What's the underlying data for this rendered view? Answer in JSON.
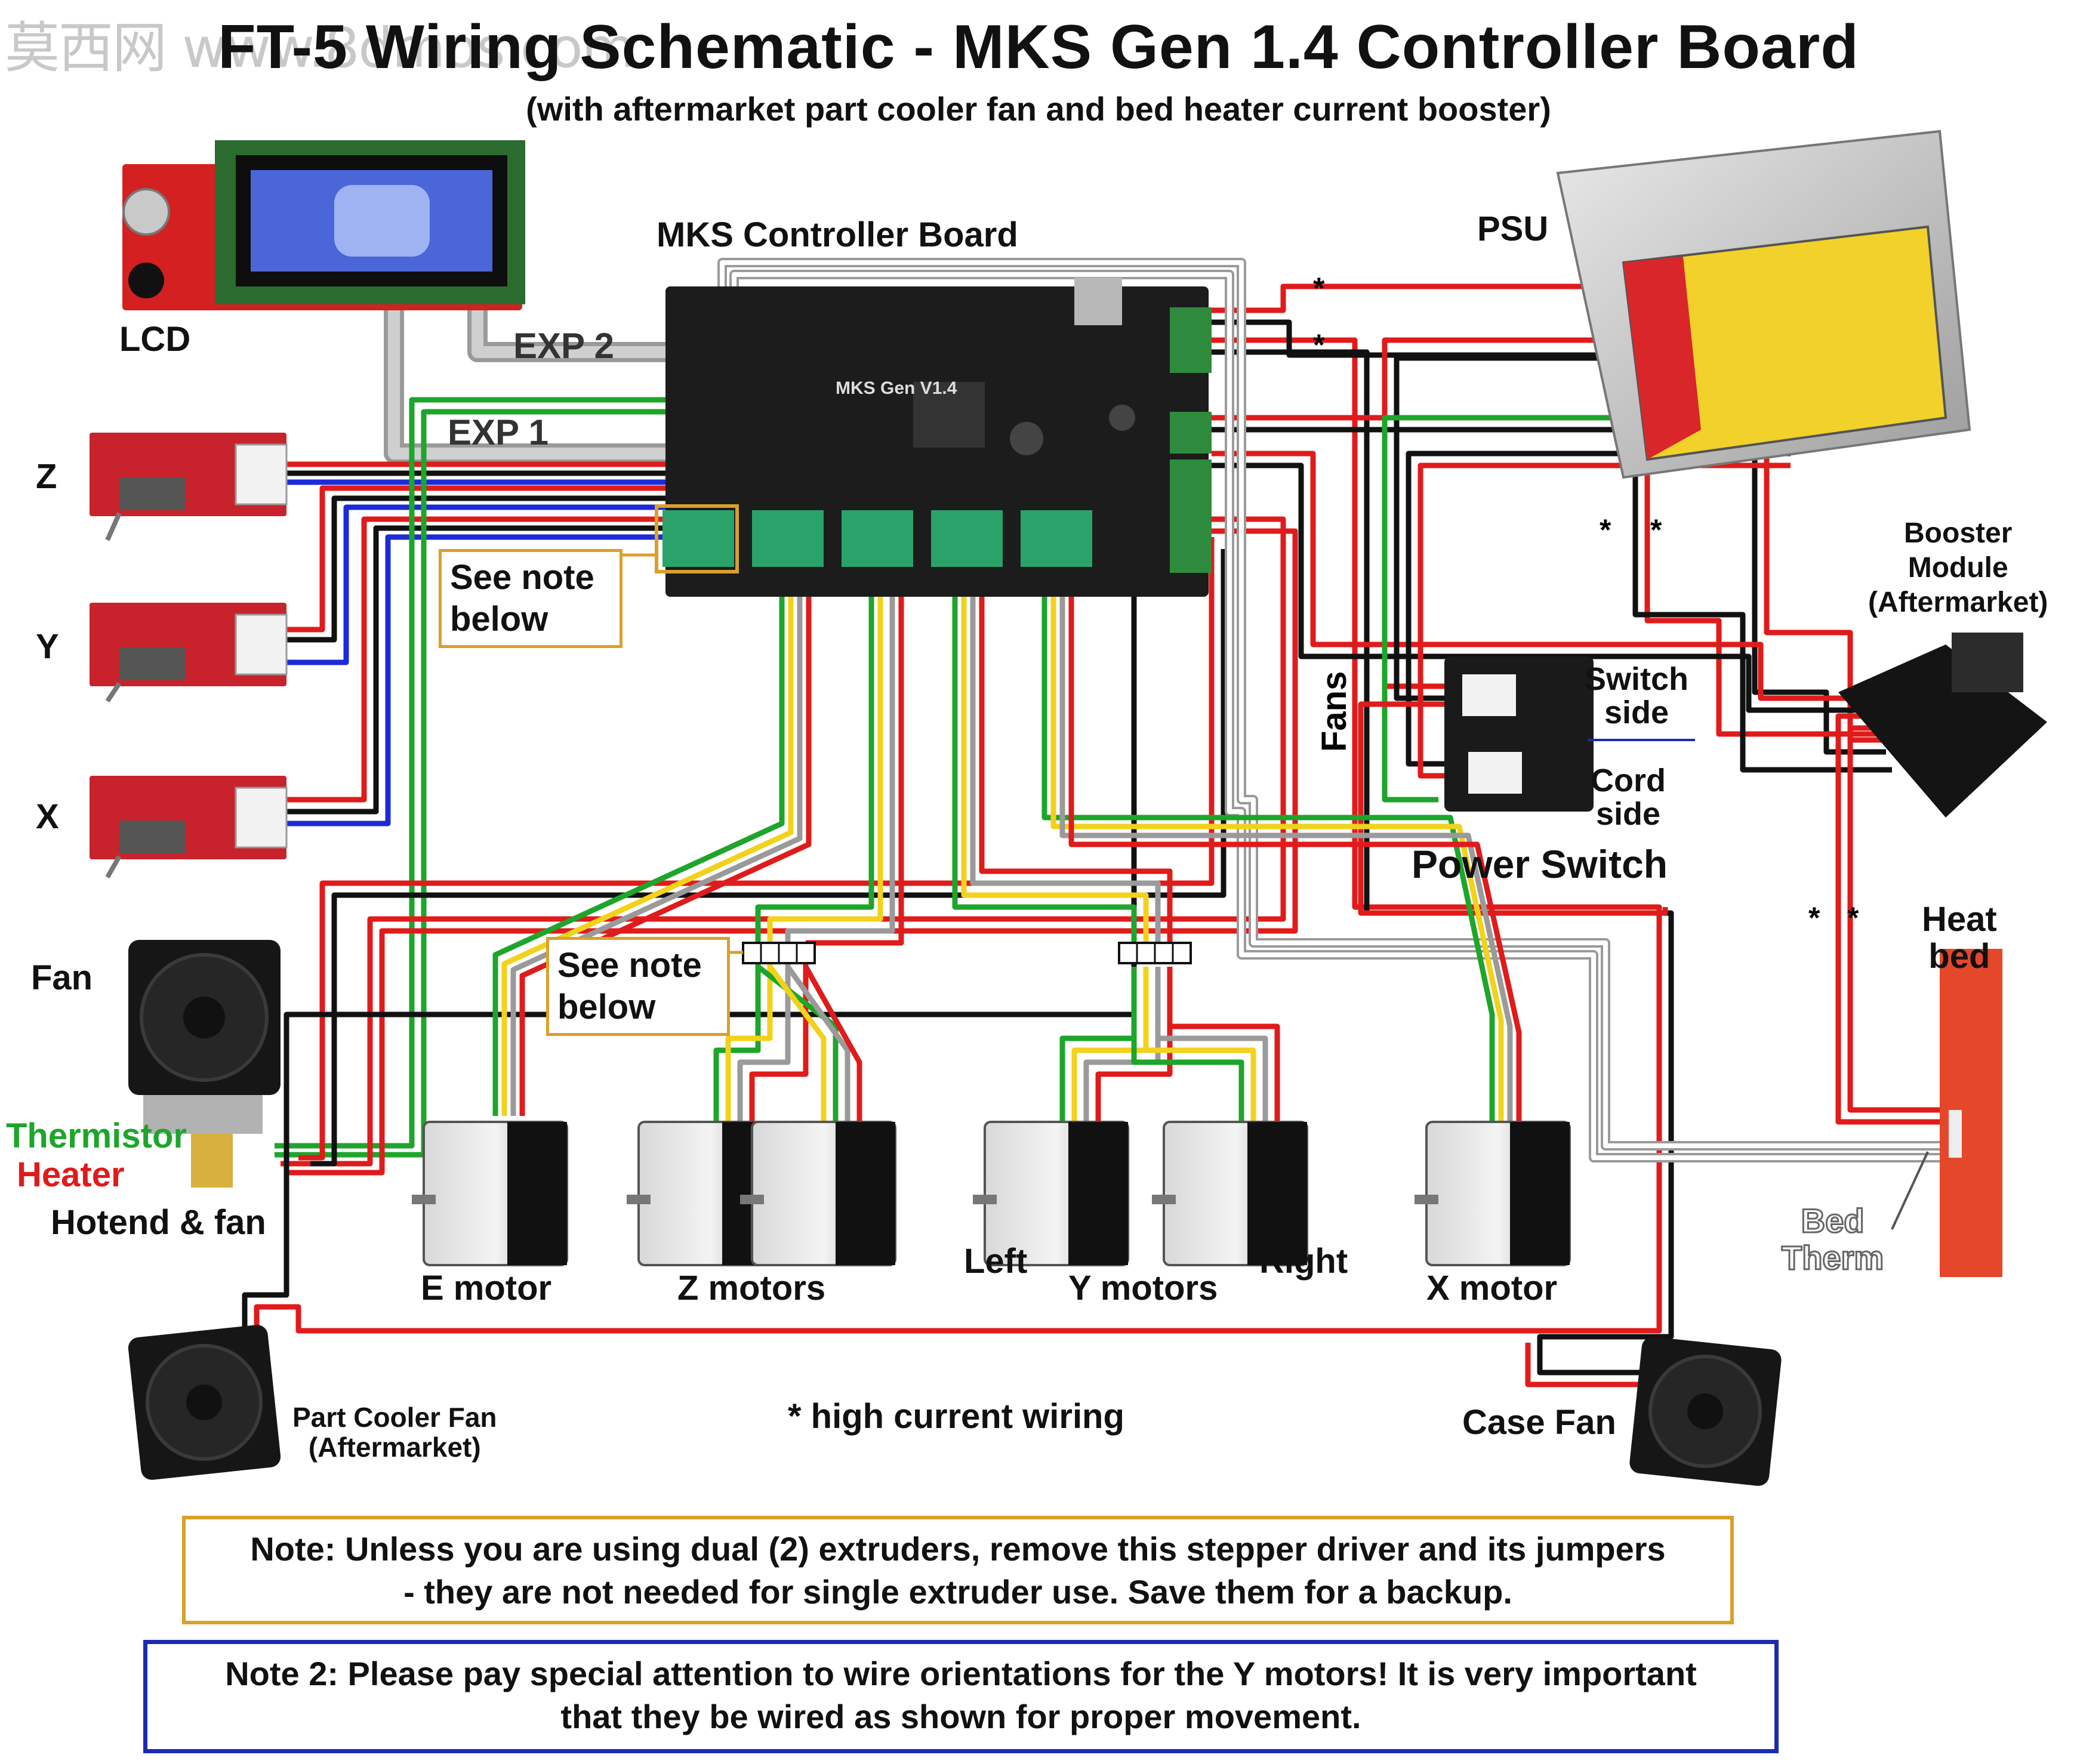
{
  "watermark": "莫西网 www.8dmos.com",
  "title": "FT-5 Wiring Schematic - MKS Gen 1.4 Controller Board",
  "subtitle": "(with aftermarket part cooler fan and bed heater current booster)",
  "labels": {
    "lcd": "LCD",
    "controller": "MKS Controller Board",
    "exp2": "EXP 2",
    "exp1": "EXP 1",
    "psu": "PSU",
    "z": "Z",
    "y": "Y",
    "x": "X",
    "fan": "Fan",
    "thermistor": "Thermistor",
    "heater": "Heater",
    "hotend": "Hotend & fan",
    "fans_vertical": "Fans",
    "switch_side": "Switch\nside",
    "cord_side": "Cord\nside",
    "power_switch": "Power Switch",
    "booster": "Booster\nModule\n(Aftermarket)",
    "heat_bed": "Heat\nbed",
    "bed_therm": "Bed\nTherm",
    "e_motor": "E motor",
    "z_motors": "Z motors",
    "left": "Left",
    "y_motors": "Y motors",
    "right": "Right",
    "x_motor": "X motor",
    "part_cooler": "Part Cooler Fan\n(Aftermarket)",
    "high_current": "* high current wiring",
    "case_fan": "Case Fan",
    "star": "*",
    "board_text": "MKS Gen V1.4"
  },
  "notes": {
    "see_note_1": "See note\nbelow",
    "see_note_2": "See note\nbelow",
    "note1_line1": "Note: Unless you are using dual (2) extruders, remove this stepper driver and its jumpers",
    "note1_line2": "- they are not needed for single extruder use. Save them for a backup.",
    "note2_line1": "Note 2: Please pay special attention to wire orientations for the Y motors! It is very important",
    "note2_line2": "that they be wired as shown for proper movement."
  },
  "colors": {
    "wire_red": "#e01b1b",
    "wire_black": "#111111",
    "wire_blue": "#1d2bd6",
    "wire_green": "#1ea52b",
    "wire_yellow": "#f2d21a",
    "wire_gray": "#9a9a9a",
    "wire_white": "#ffffff",
    "board": "#1c1c1c",
    "driver": "#2aa36a",
    "note_border": "#d9a02b",
    "note2_border": "#1c2bb0",
    "bed": "#e4472a",
    "endstop_pcb": "#c8232c"
  }
}
